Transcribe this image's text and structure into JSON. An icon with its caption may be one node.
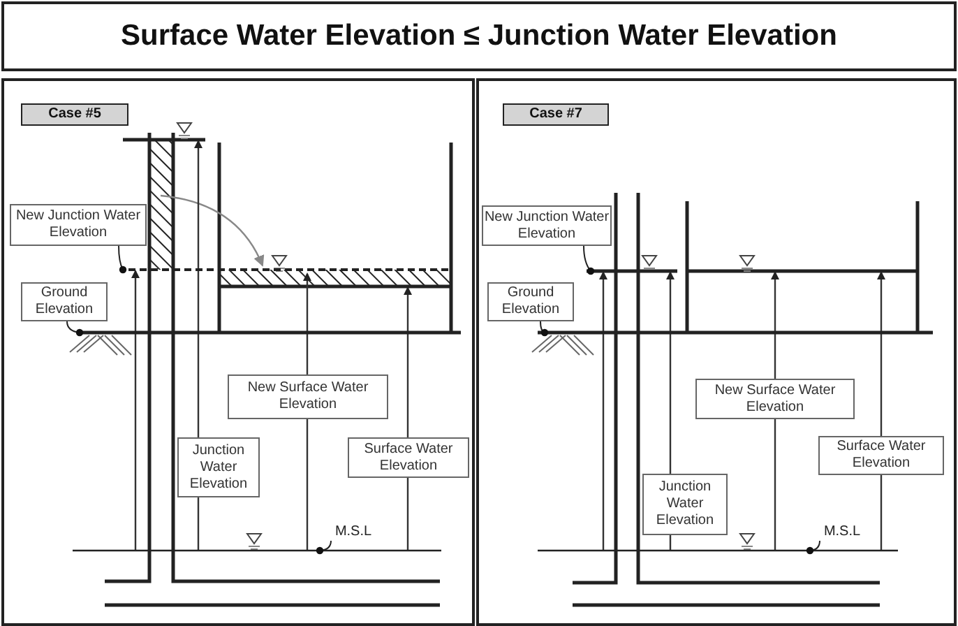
{
  "diagram": {
    "title": "Surface Water Elevation ≤ Junction Water Elevation",
    "nodes": [
      {
        "text": [
          "Case #5"
        ]
      },
      {
        "text": [
          "New Junction Water Elevation"
        ]
      },
      {
        "text": [
          "Ground Elevation"
        ]
      },
      {
        "text": [
          "New Surface Water Elevation"
        ]
      },
      {
        "text": [
          "Junction Water Elevation"
        ]
      },
      {
        "text": [
          "Surface Water Elevation"
        ]
      },
      {
        "text": [
          "M.S.L"
        ]
      },
      {
        "text": [
          "Case #7"
        ]
      },
      {
        "text": [
          "New Junction Water Elevation"
        ]
      },
      {
        "text": [
          "Ground Elevation"
        ]
      },
      {
        "text": [
          "New Surface Water Elevation"
        ]
      },
      {
        "text": [
          "Junction Water Elevation"
        ]
      },
      {
        "text": [
          "Surface Water Elevation"
        ]
      },
      {
        "text": [
          "M.S.L"
        ]
      },
      {
        "text": [],
        "shape": "line"
      },
      {
        "text": [],
        "shape": "line"
      },
      {
        "text": [],
        "shape": "line"
      },
      {
        "text": [],
        "shape": "line"
      }
    ],
    "edges": [
      {
        "from": 1,
        "to": 14,
        "arrow": "other"
      },
      {
        "from": 2,
        "to": 15,
        "arrow": "other"
      },
      {
        "from": 6,
        "to": null,
        "arrow": "other"
      },
      {
        "from": 8,
        "to": 16,
        "arrow": "other"
      },
      {
        "from": 9,
        "to": 17,
        "arrow": "other"
      },
      {
        "from": 13,
        "to": null,
        "arrow": "other"
      }
    ]
  }
}
